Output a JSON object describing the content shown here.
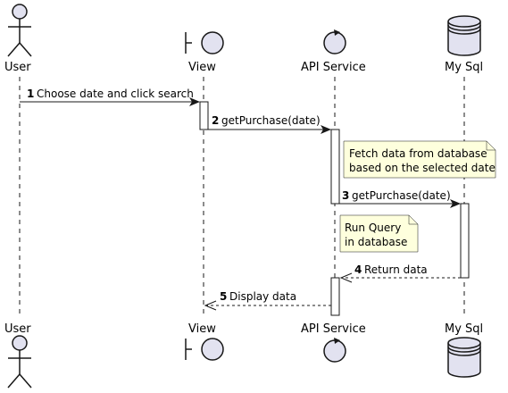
{
  "diagram": {
    "type": "sequence",
    "participants": [
      {
        "id": "user",
        "label": "User",
        "kind": "actor"
      },
      {
        "id": "view",
        "label": "View",
        "kind": "boundary"
      },
      {
        "id": "api",
        "label": "API Service",
        "kind": "control"
      },
      {
        "id": "db",
        "label": "My Sql",
        "kind": "database"
      }
    ],
    "messages": [
      {
        "num": "1",
        "text": "Choose date and click search",
        "from": "user",
        "to": "view",
        "style": "solid"
      },
      {
        "num": "2",
        "text": "getPurchase(date)",
        "from": "view",
        "to": "api",
        "style": "solid"
      },
      {
        "num": "3",
        "text": "getPurchase(date)",
        "from": "api",
        "to": "db",
        "style": "solid"
      },
      {
        "num": "4",
        "text": "Return data",
        "from": "db",
        "to": "api",
        "style": "dashed"
      },
      {
        "num": "5",
        "text": "Display data",
        "from": "api",
        "to": "view",
        "style": "dashed"
      }
    ],
    "notes": [
      {
        "lines": [
          "Fetch data from database",
          "based on the selected date"
        ],
        "over": "api"
      },
      {
        "lines": [
          "Run Query",
          "in database"
        ],
        "over": "api"
      }
    ],
    "colors": {
      "icon_fill": "#E2E2F0",
      "stroke": "#181818",
      "note_fill": "#FEFFDD",
      "activation_fill": "#FFFFFF"
    }
  }
}
